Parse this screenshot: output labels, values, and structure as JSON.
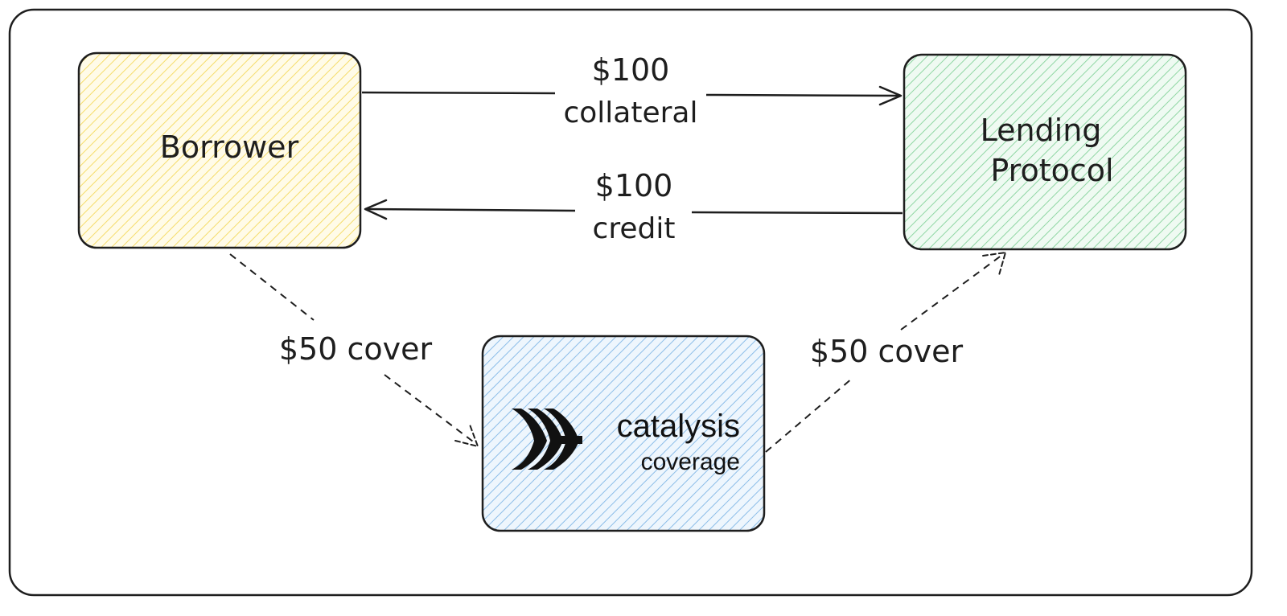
{
  "diagram": {
    "nodes": {
      "borrower": {
        "label": "Borrower",
        "fill": "#f5dc6a"
      },
      "lending": {
        "line1": "Lending",
        "line2": "Protocol",
        "fill": "#8fd6a3"
      },
      "catalysis": {
        "line1": "catalysis",
        "line2": "coverage",
        "fill": "#8cbde8"
      }
    },
    "edges": {
      "collateral": {
        "amount": "$100",
        "label": "collateral"
      },
      "credit": {
        "amount": "$100",
        "label": "credit"
      },
      "cover_left": {
        "label": "$50 cover"
      },
      "cover_right": {
        "label": "$50 cover"
      }
    },
    "colors": {
      "stroke": "#1e1e1e",
      "frame": "#1e1e1e"
    },
    "icons": {
      "logo": "catalysis-logo-icon"
    }
  }
}
